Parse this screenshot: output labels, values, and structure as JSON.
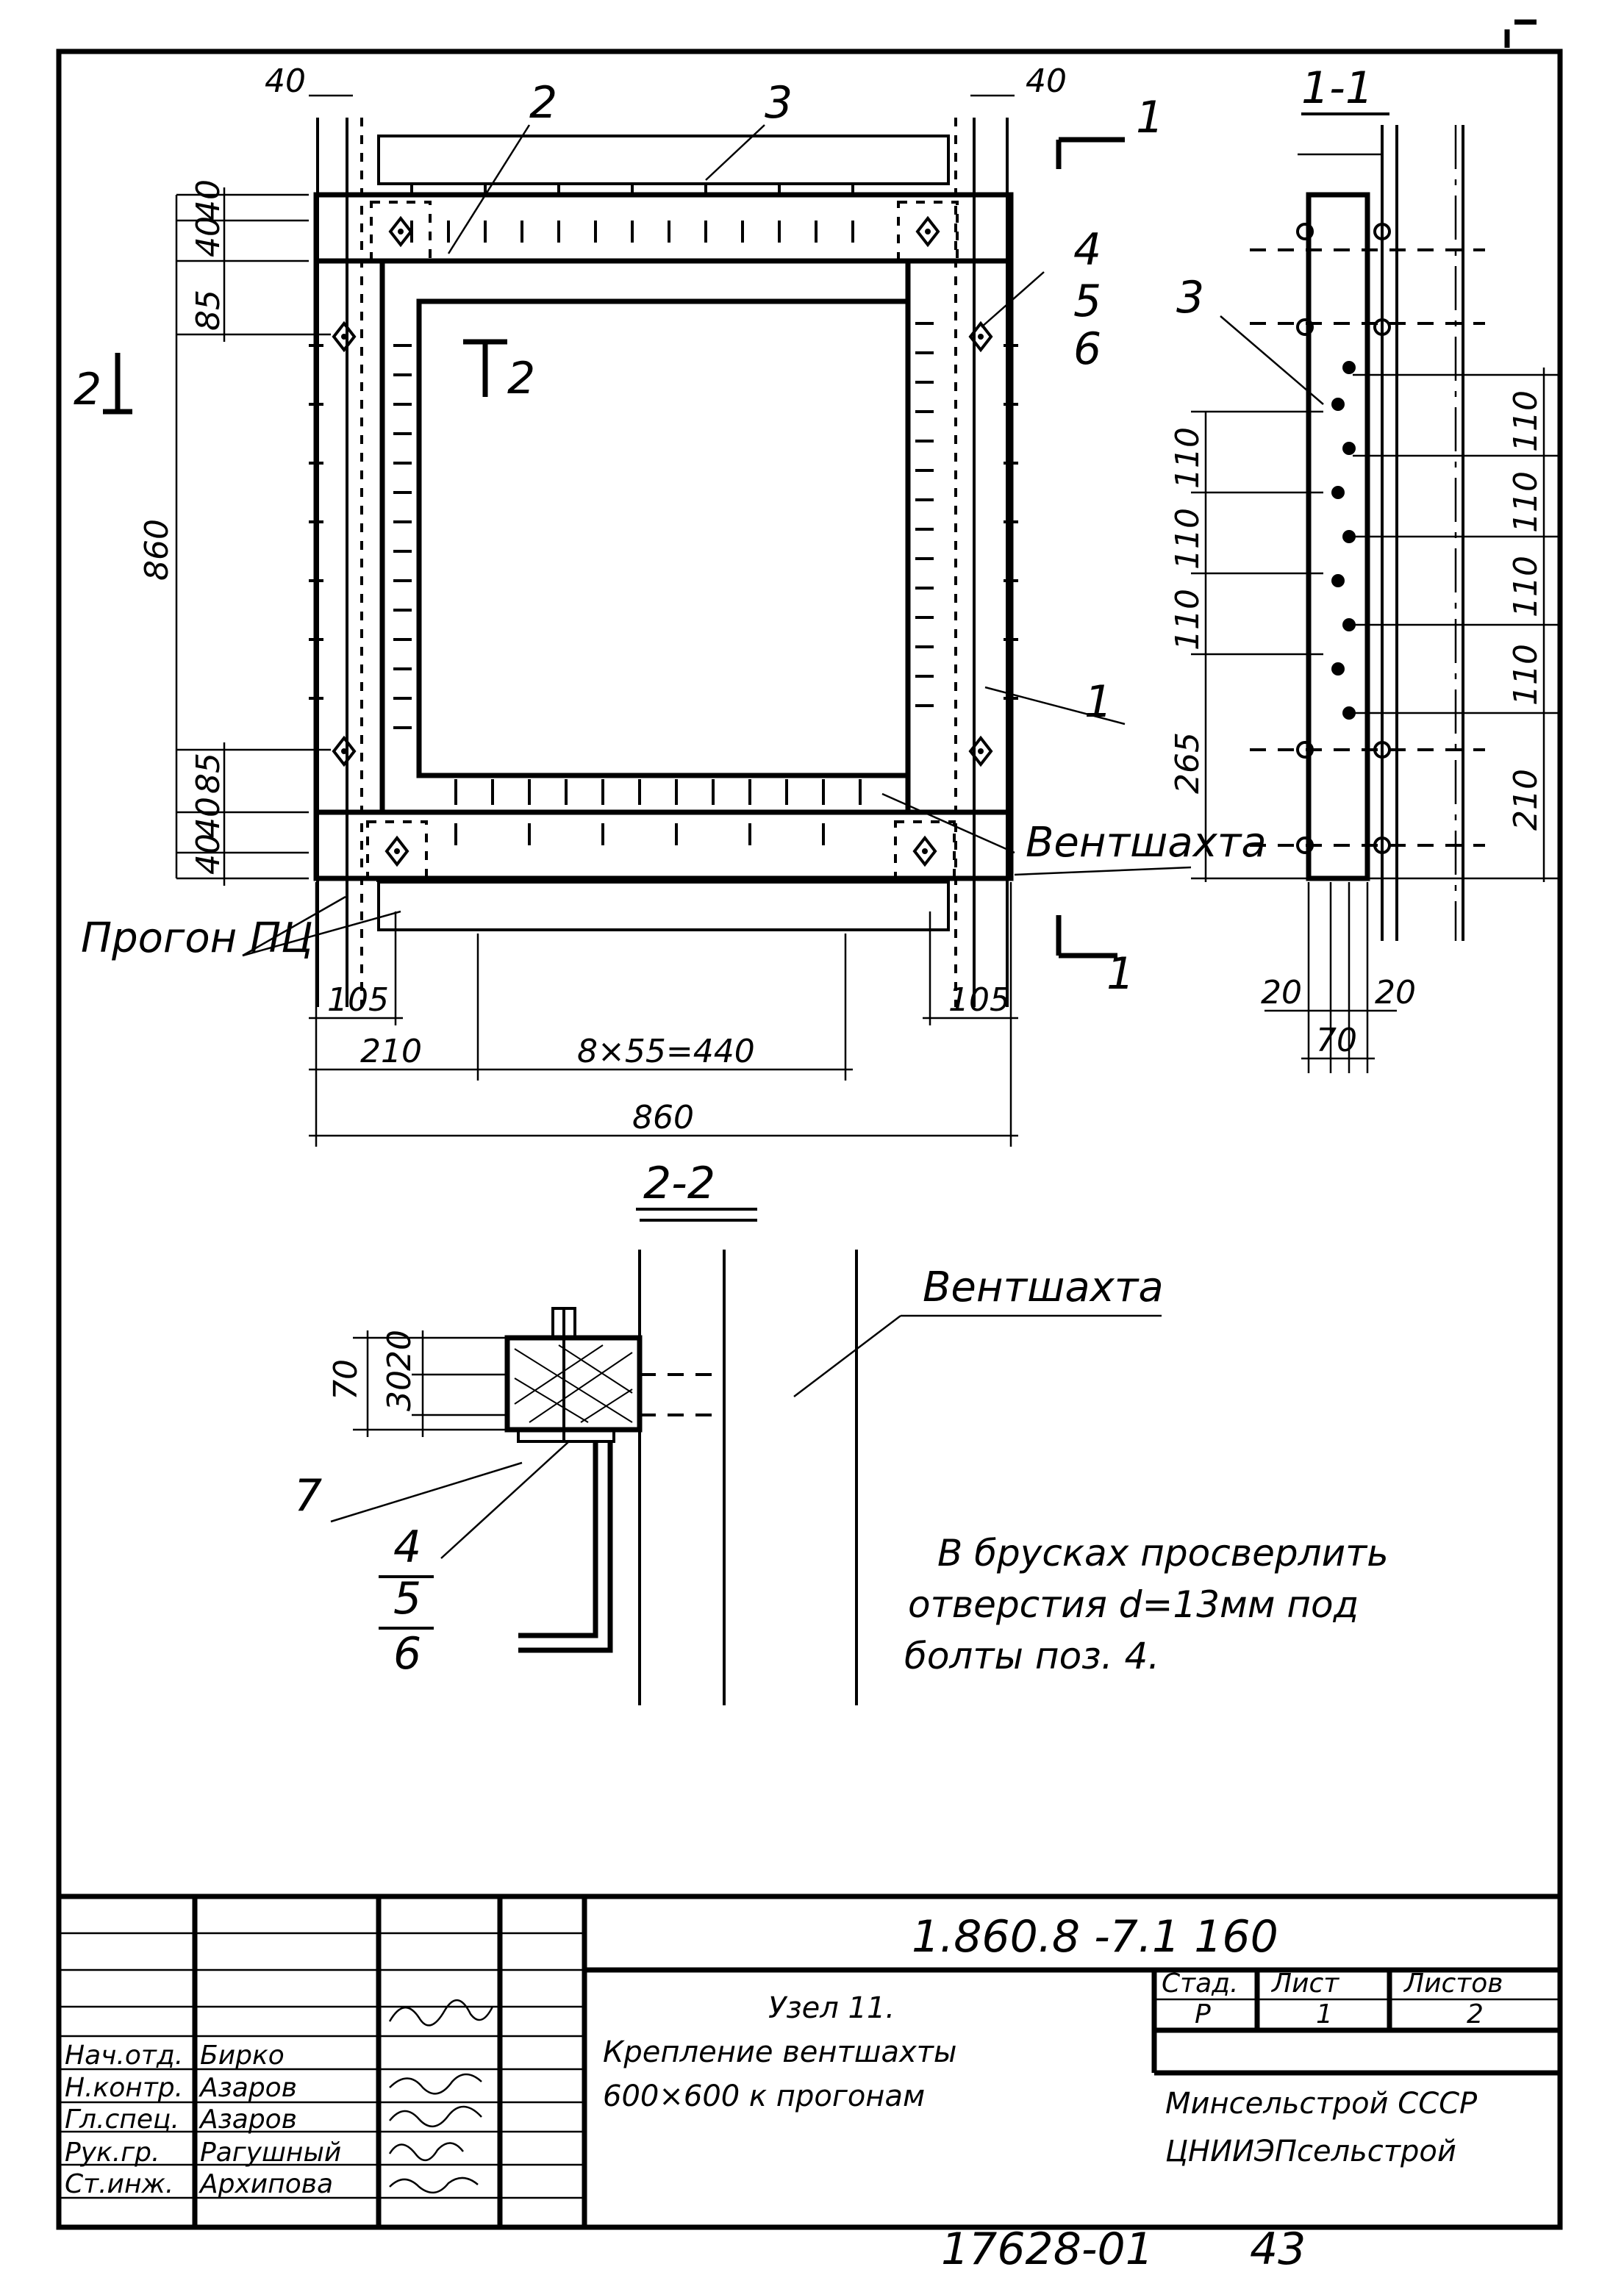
{
  "views": {
    "view_1_1": "1-1",
    "view_2_2": "2-2",
    "section_1": "1",
    "section_2": "2"
  },
  "positions": {
    "p1": "1",
    "p2": "2",
    "p3": "3",
    "p4": "4",
    "p5": "5",
    "p6": "6",
    "p7": "7"
  },
  "labels": {
    "ventshakhta": "Вентшахта",
    "progon": "Прогон ПЦ"
  },
  "dimensions": {
    "d40_left": "40",
    "d40_right": "40",
    "d40_a": "40",
    "d40_b": "40",
    "d85_top": "85",
    "d860_vert": "860",
    "d85_bot": "85",
    "d40_c": "40",
    "d40_d": "40",
    "d105_left": "105",
    "d105_right": "105",
    "d210": "210",
    "d440": "8×55=440",
    "d860_horiz": "860",
    "s_110_1": "110",
    "s_110_2": "110",
    "s_110_3": "110",
    "s_265": "265",
    "s_r110_1": "110",
    "s_r110_2": "110",
    "s_r110_3": "110",
    "s_r110_4": "110",
    "s_r210": "210",
    "s_20_l": "20",
    "s_20_r": "20",
    "s_70": "70",
    "dd_70": "70",
    "dd_30": "30",
    "dd_20": "20"
  },
  "note": {
    "line1": "В брусках просверлить",
    "line2": "отверстия d=13мм под",
    "line3": "болты поз. 4."
  },
  "title_block": {
    "doc_code": "1.860.8 -7.1 160",
    "title_line1": "Узел 11.",
    "title_line2": "Крепление вентшахты",
    "title_line3": "600×600 к прогонам",
    "stage_h": "Стад.",
    "sheet_h": "Лист",
    "sheets_h": "Листов",
    "stage_v": "Р",
    "sheet_v": "1",
    "sheets_v": "2",
    "org1": "Минсельстрой СССР",
    "org2": "ЦНИИЭПсельстрой",
    "roles": [
      "Нач.отд.",
      "Н.контр.",
      "Гл.спец.",
      "Рук.гр.",
      "Ст.инж."
    ],
    "names": [
      "Бирко",
      "Азаров",
      "Азаров",
      "Рагушный",
      "Архипова"
    ]
  },
  "footer": {
    "archive_no": "17628-01",
    "page_no": "43"
  }
}
